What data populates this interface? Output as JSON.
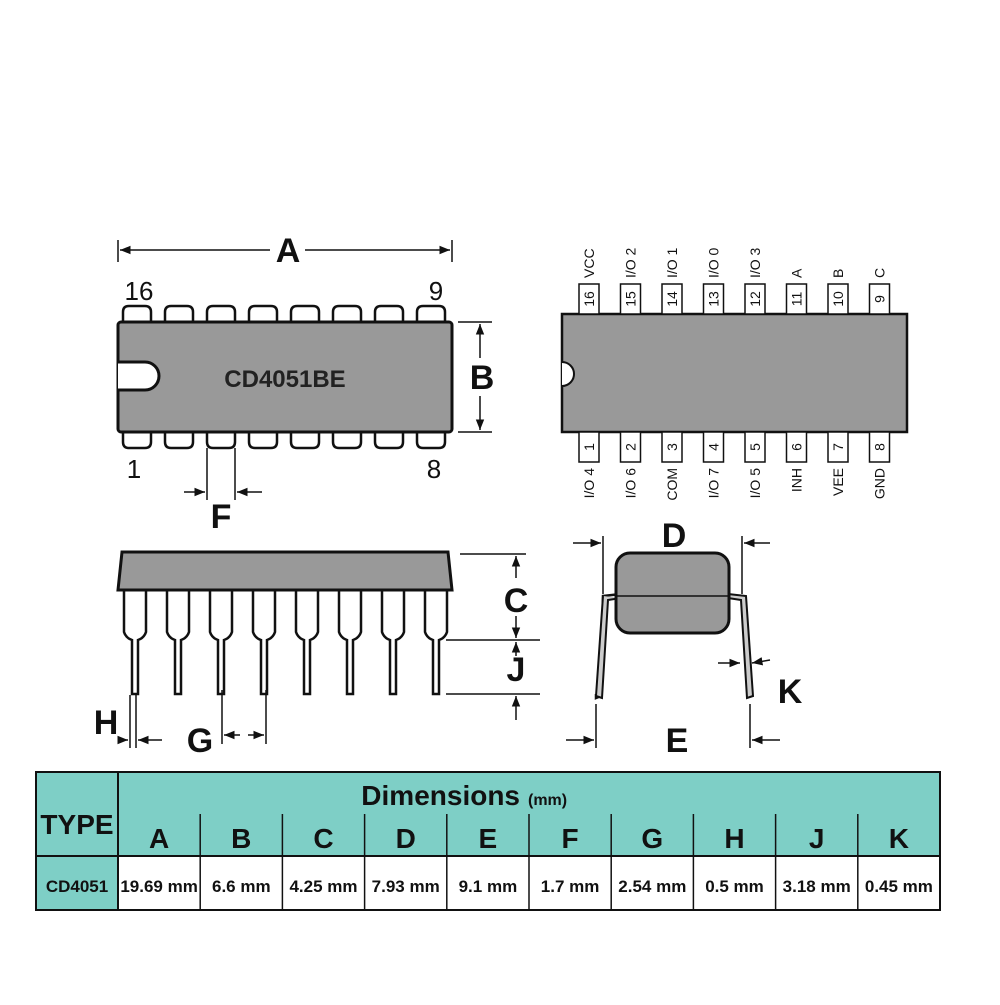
{
  "top_view": {
    "chip_marking": "CD4051BE",
    "pin_labels": {
      "top_left": "16",
      "top_right": "9",
      "bottom_left": "1",
      "bottom_right": "8"
    },
    "dims": {
      "a": "A",
      "b": "B",
      "f": "F"
    }
  },
  "pinout": {
    "top_pins": [
      {
        "num": "16",
        "sig": "VCC"
      },
      {
        "num": "15",
        "sig": "I/O 2"
      },
      {
        "num": "14",
        "sig": "I/O 1"
      },
      {
        "num": "13",
        "sig": "I/O 0"
      },
      {
        "num": "12",
        "sig": "I/O 3"
      },
      {
        "num": "11",
        "sig": "A"
      },
      {
        "num": "10",
        "sig": "B"
      },
      {
        "num": "9",
        "sig": "C"
      }
    ],
    "bottom_pins": [
      {
        "num": "1",
        "sig": "I/O 4"
      },
      {
        "num": "2",
        "sig": "I/O 6"
      },
      {
        "num": "3",
        "sig": "COM"
      },
      {
        "num": "4",
        "sig": "I/O 7"
      },
      {
        "num": "5",
        "sig": "I/O 5"
      },
      {
        "num": "6",
        "sig": "INH"
      },
      {
        "num": "7",
        "sig": "VEE"
      },
      {
        "num": "8",
        "sig": "GND"
      }
    ]
  },
  "side_view": {
    "dims": {
      "c": "C",
      "j": "J",
      "h": "H",
      "g": "G"
    }
  },
  "end_view": {
    "dims": {
      "d": "D",
      "e": "E",
      "k": "K"
    }
  },
  "table": {
    "type_header": "TYPE",
    "dimensions_header": "Dimensions",
    "unit": "(mm)",
    "columns": [
      "A",
      "B",
      "C",
      "D",
      "E",
      "F",
      "G",
      "H",
      "J",
      "K"
    ],
    "rows": [
      {
        "type": "CD4051",
        "values": [
          "19.69 mm",
          "6.6 mm",
          "4.25 mm",
          "7.93 mm",
          "9.1 mm",
          "1.7 mm",
          "2.54 mm",
          "0.5 mm",
          "3.18 mm",
          "0.45 mm"
        ]
      }
    ]
  },
  "colors": {
    "body": "#999999",
    "header_bg": "#7ecfc6",
    "outline": "#111111"
  }
}
